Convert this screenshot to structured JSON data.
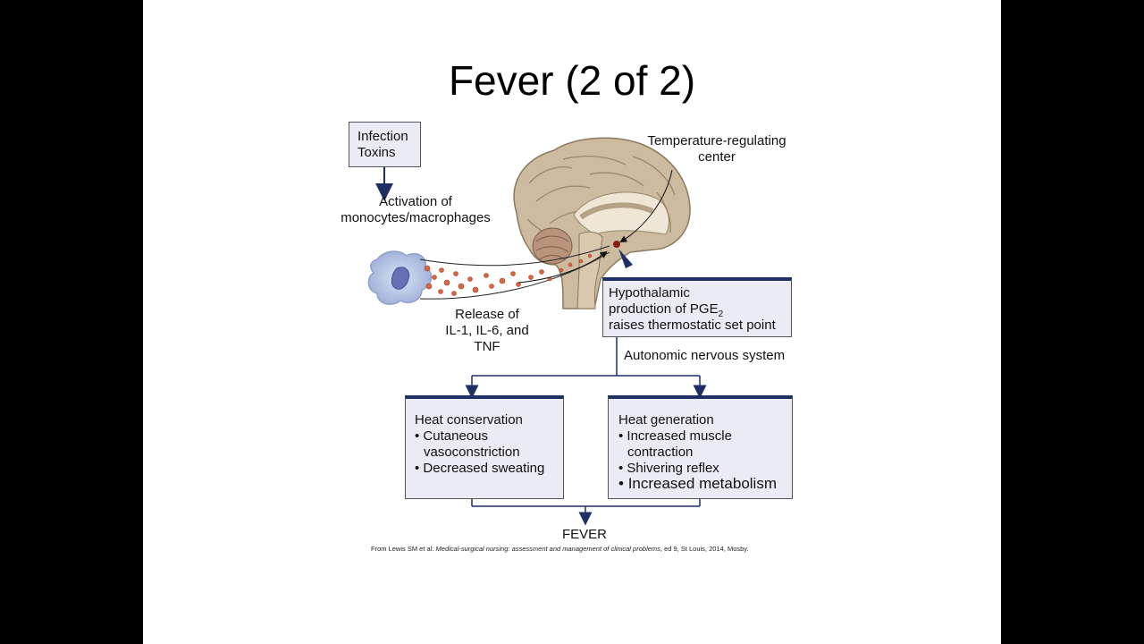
{
  "slide": {
    "title": "Fever (2 of 2)"
  },
  "diagram": {
    "source_box": {
      "line1": "Infection",
      "line2": "Toxins"
    },
    "activation_label": {
      "line1": "Activation of",
      "line2": "monocytes/macrophages"
    },
    "temperature_center_label": {
      "line1": "Temperature-regulating",
      "line2": "center"
    },
    "release_label": {
      "line1": "Release of",
      "line2": "IL-1, IL-6, and",
      "line3": "TNF"
    },
    "hypothalamic_box": {
      "line1": "Hypothalamic",
      "line2_prefix": "production of PGE",
      "line2_subscript": "2",
      "line3": "raises thermostatic set point"
    },
    "autonomic_label": "Autonomic nervous system",
    "heat_conservation_box": {
      "heading": "Heat conservation",
      "bullets": [
        "Cutaneous",
        "vasoconstriction",
        "Decreased sweating"
      ]
    },
    "heat_generation_box": {
      "heading": "Heat generation",
      "bullets": [
        "Increased muscle",
        "contraction",
        "Shivering reflex",
        "Increased metabolism"
      ]
    },
    "outcome_label": "FEVER",
    "colors": {
      "arrow": "#1e2f64",
      "box_fill": "#ebebf5",
      "box_top_border": "#1e2f64",
      "brain_tissue": "#cdbba0",
      "cytokine_dots": "#d8673f",
      "macrophage": "#a9b8dc"
    }
  },
  "citation": {
    "prefix": "From Lewis SM et al: ",
    "italic": "Medical-surgical nursing: assessment and management of clinical problems,",
    "suffix": " ed 9, St Louis, 2014, Mosby."
  }
}
